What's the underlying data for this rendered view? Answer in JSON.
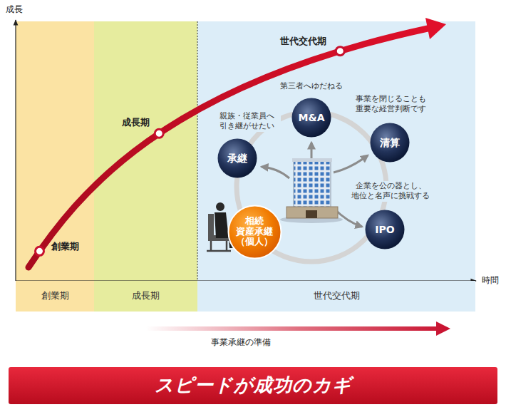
{
  "diagram": {
    "nodes": [
      {
        "text": [
          "M&A"
        ]
      },
      {
        "text": [
          "承継"
        ]
      },
      {
        "text": [
          "清算"
        ]
      },
      {
        "text": [
          "相続 資産承継 （個人）"
        ]
      },
      {
        "text": [
          "IPO"
        ]
      },
      {
        "text": [
          "創業期"
        ]
      },
      {
        "text": [
          "成長期"
        ]
      },
      {
        "text": [
          "世代交代期"
        ]
      },
      {
        "text": [
          "スピードが成功のカギ"
        ]
      }
    ],
    "labels": [
      "成長",
      "世代交代期",
      "第三者へゆだねる",
      "事業を閉じることも 重要な経営判断です",
      "親族・従業員へ 引き継がせたい",
      "成長期",
      "企業を公の器とし、 地位と名声に挑戦する",
      "創業期",
      "時間",
      "事業承継の準備"
    ]
  }
}
